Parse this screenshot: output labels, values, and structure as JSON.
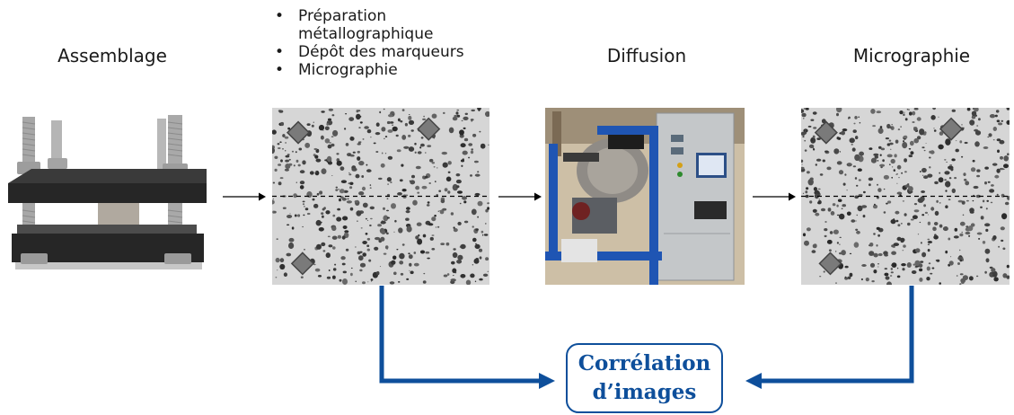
{
  "stages": {
    "assembly": {
      "title": "Assemblage"
    },
    "prep": {
      "bullets": [
        "Préparation\nmétallographique",
        "Dépôt des marqueurs",
        "Micrographie"
      ]
    },
    "diffusion": {
      "title": "Diffusion"
    },
    "micrography": {
      "title": "Micrographie"
    }
  },
  "result": {
    "line1": "Corrélation",
    "line2": "d’images"
  },
  "colors": {
    "accent_blue": "#0e4f9b",
    "text": "#1a1a1a",
    "arrow_black": "#000000"
  },
  "icons": [
    "assembly-clamp-photo",
    "speckle-micrograph-image",
    "diffusion-furnace-photo",
    "right-arrow-icon"
  ]
}
